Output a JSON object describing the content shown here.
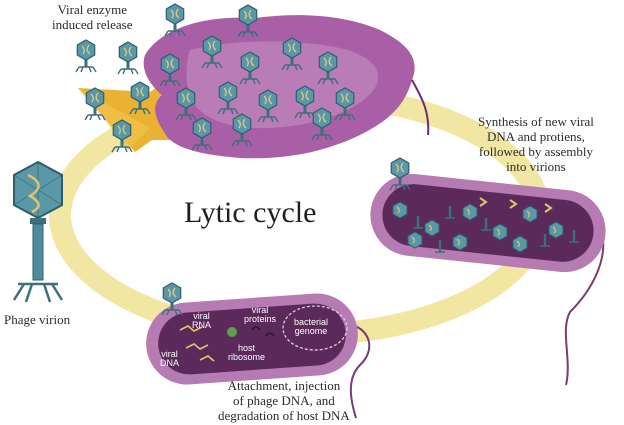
{
  "title": "Lytic cycle",
  "labels": {
    "release": [
      "Viral enzyme",
      "induced release"
    ],
    "synthesis": [
      "Synthesis of new viral",
      "DNA and protiens,",
      "followed by assembly",
      "into virions"
    ],
    "virion": "Phage virion",
    "attachment": [
      "Attachment, injection",
      "of phage DNA, and",
      "degradation of host DNA"
    ]
  },
  "cell_labels": {
    "viral_rna": [
      "viral",
      "RNA"
    ],
    "viral_proteins": [
      "viral",
      "proteins"
    ],
    "viral_dna": [
      "viral",
      "DNA"
    ],
    "host_ribosome": [
      "host",
      "ribosome"
    ],
    "bacterial_genome": [
      "bacterial",
      "genome"
    ]
  },
  "colors": {
    "cycle_ring": "#f1e6a2",
    "arrow": "#e9b233",
    "bacterium_outer": "#b77bb4",
    "bacterium_inner": "#5b2a5a",
    "phage_head": "#4f8c9c",
    "phage_dna": "#e0c46b"
  }
}
